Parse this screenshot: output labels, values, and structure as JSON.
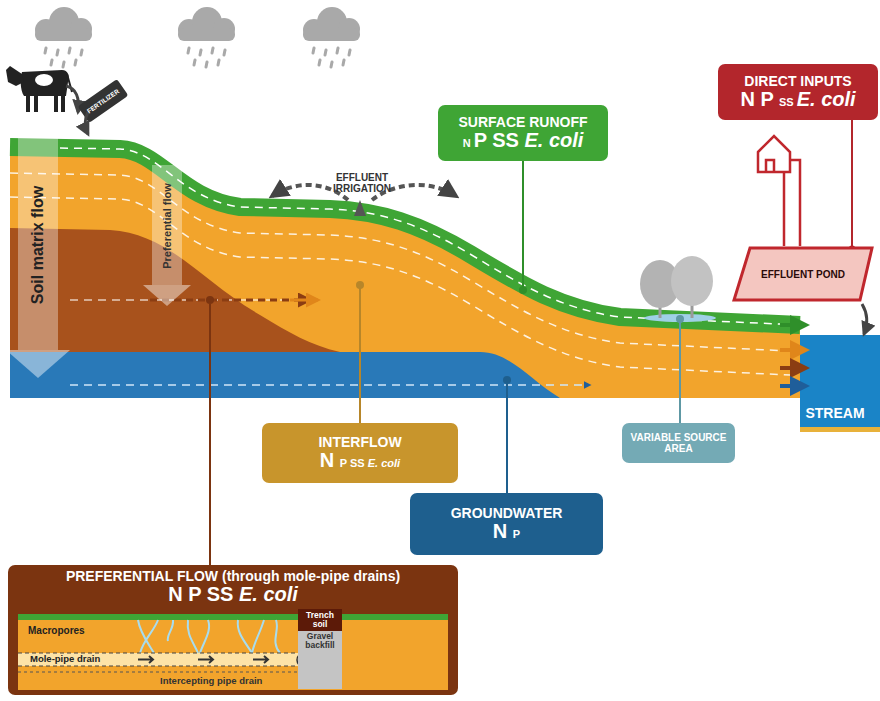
{
  "diagram": {
    "nodes": [
      {
        "text": [
          "SURFACE RUNOFF",
          "N P SS E. coli"
        ]
      },
      {
        "text": [
          "DIRECT INPUTS",
          "N P SS E. coli"
        ]
      },
      {
        "text": [
          "EFFLUENT POND"
        ]
      },
      {
        "text": [
          "STREAM"
        ]
      },
      {
        "text": [
          "INTERFLOW",
          "N P SS E. coli"
        ]
      },
      {
        "text": [
          "VARIABLE SOURCE AREA"
        ]
      },
      {
        "text": [
          "GROUNDWATER",
          "N P"
        ]
      },
      {
        "text": [
          "PREFERENTIAL FLOW (through mole-pipe drains)",
          "N P SS E. coli"
        ]
      },
      {
        "text": [
          "Trench soil"
        ],
        "in": 7
      },
      {
        "text": [
          "Gravel backfill"
        ],
        "in": 7
      },
      {
        "text": [
          "Mole-pipe drain"
        ],
        "in": 7
      }
    ],
    "edges": [
      {
        "from": 1,
        "to": 2,
        "arrow": "none"
      }
    ],
    "labels": [
      "FERTILIZER",
      "Soil matrix flow",
      "Preferential flow",
      "EFFLUENT IRRIGATION",
      "Macropores",
      "Intercepting pipe drain"
    ]
  }
}
